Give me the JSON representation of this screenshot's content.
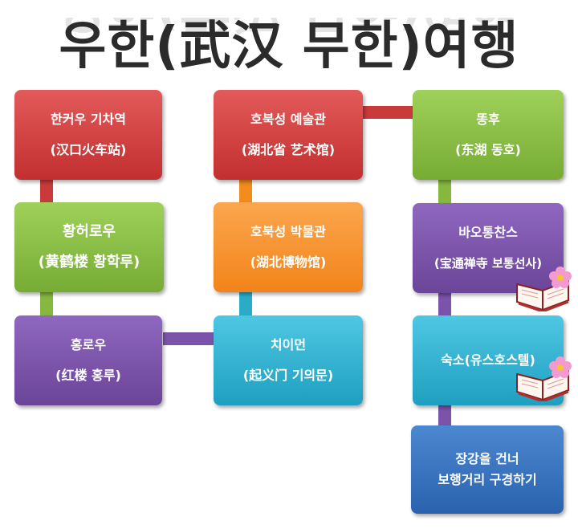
{
  "title": "우한(武汉 무한)여행",
  "colors": {
    "red": "#d04040",
    "green": "#8abf46",
    "purple": "#7d55ac",
    "orange": "#f7941f",
    "cyan": "#31b4d4",
    "blue": "#3874c0"
  },
  "icons": [
    "book-flower-icon"
  ],
  "nodes": {
    "hankou_station": {
      "line1": "한커우 기차역",
      "line2": "(汉口火车站)"
    },
    "yellow_crane": {
      "line1": "황허로우",
      "line2": "(黄鹤楼 황학루)"
    },
    "red_tower": {
      "line1": "홍로우",
      "line2": "(红楼 홍루)"
    },
    "art_museum": {
      "line1": "호북성 예술관",
      "line2": "(湖北省 艺术馆)"
    },
    "museum": {
      "line1": "호북성 박물관",
      "line2": "(湖北博物馆)"
    },
    "qiyimen": {
      "line1": "치이먼",
      "line2": "(起义门 기의문)"
    },
    "east_lake": {
      "line1": "똥후",
      "line2": "(东湖 동호)"
    },
    "baotong_temple": {
      "line1": "바오통찬스",
      "line2": "(宝通禅寺 보통선사)"
    },
    "hostel": {
      "line1": "숙소(유스호스텔)"
    },
    "river_walk": {
      "line1": "장강을 건너",
      "line2": "보행거리 구경하기"
    }
  }
}
